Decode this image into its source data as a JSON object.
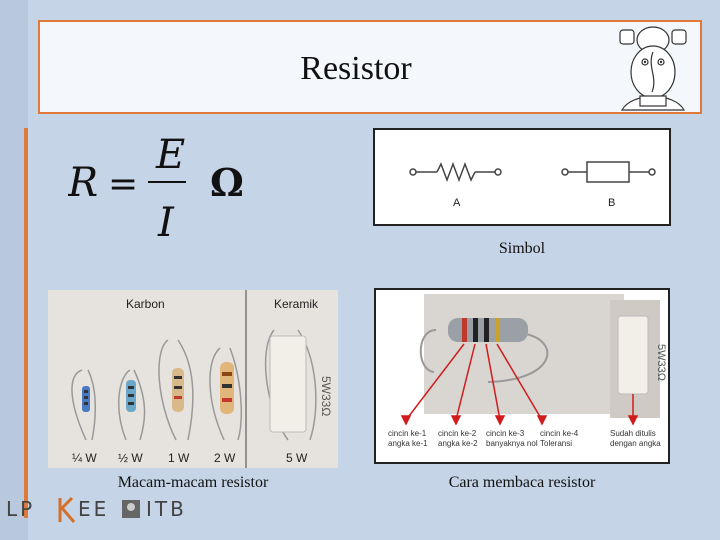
{
  "slide": {
    "title": "Resistor",
    "background_color": "#c5d4e6",
    "accent_color": "#e07a3a"
  },
  "formula": {
    "lhs": "R",
    "equals": "=",
    "numerator": "E",
    "denominator": "I",
    "unit": "Ω"
  },
  "symbol_figure": {
    "label_a": "A",
    "label_b": "B",
    "caption": "Simbol"
  },
  "types_figure": {
    "group_carbon": "Karbon",
    "group_ceramic": "Keramik",
    "ratings": [
      "¼ W",
      "½ W",
      "1 W",
      "2 W",
      "5 W"
    ],
    "ceramic_marking": "5W33Ω",
    "caption": "Macam-macam resistor"
  },
  "reading_figure": {
    "labels": [
      [
        "cincin ke-1",
        "angka ke-1"
      ],
      [
        "cincin ke-2",
        "angka ke-2"
      ],
      [
        "cincin ke-3",
        "banyaknya nol"
      ],
      [
        "cincin ke-4",
        "Toleransi"
      ],
      [
        "Sudah ditulis",
        "dengan angka"
      ]
    ],
    "marking": "5W33Ω",
    "caption": "Cara membaca resistor"
  },
  "footer": {
    "logo_left": "LP",
    "logo_mid": "EE",
    "logo_right": "ITB"
  },
  "logo": {
    "icon": "ganesha-emblem-icon"
  }
}
